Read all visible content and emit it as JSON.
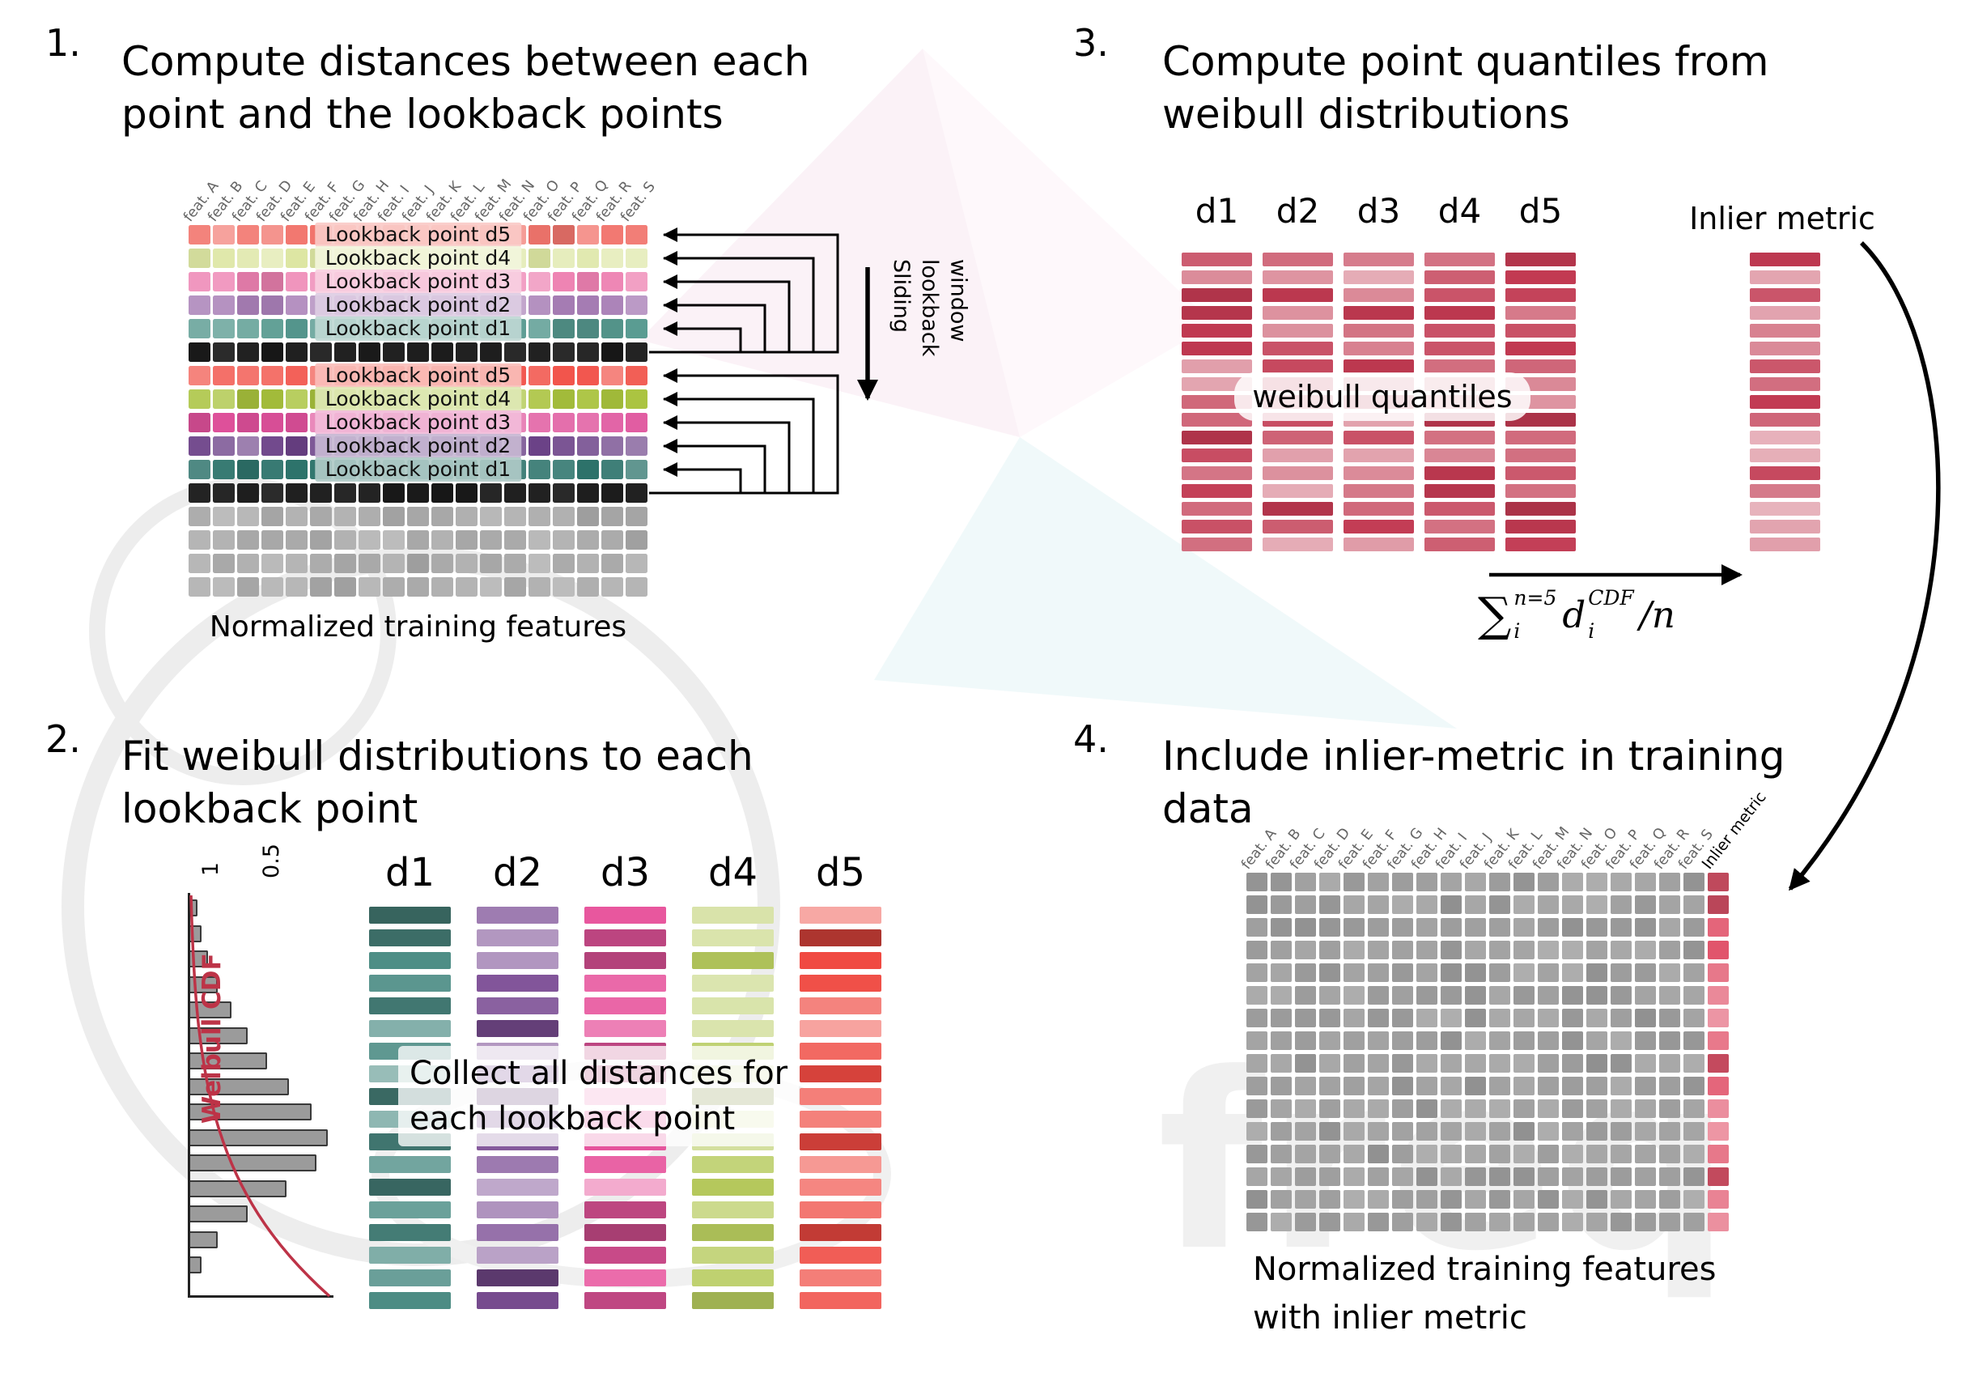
{
  "watermark": {
    "text": "freq"
  },
  "panel1": {
    "number": "1.",
    "title": "Compute distances between each\npoint and the lookback points",
    "caption": "Normalized training features",
    "sliding_label": "Sliding\nlookback\nwindow",
    "features": [
      "feat. A",
      "feat. B",
      "feat. C",
      "feat. D",
      "feat. E",
      "feat. F",
      "feat. G",
      "feat. H",
      "feat. I",
      "feat. J",
      "feat. K",
      "feat. L",
      "feat. M",
      "feat. N",
      "feat. O",
      "feat. P",
      "feat. Q",
      "feat. R",
      "feat. S"
    ],
    "rows": [
      {
        "color": "#f2766e",
        "label": "Lookback point d5"
      },
      {
        "color": "#dde6a3",
        "label": "Lookback point d4"
      },
      {
        "color": "#ee82b2",
        "label": "Lookback point d3"
      },
      {
        "color": "#a87eb6",
        "label": "Lookback point d2"
      },
      {
        "color": "#579a90",
        "label": "Lookback point d1"
      },
      {
        "color": "#171717"
      },
      {
        "color": "#f2544b",
        "label": "Lookback point d5"
      },
      {
        "color": "#a9c33d",
        "label": "Lookback point d4"
      },
      {
        "color": "#df519b",
        "label": "Lookback point d3"
      },
      {
        "color": "#6d4389",
        "label": "Lookback point d2"
      },
      {
        "color": "#2e746c",
        "label": "Lookback point d1"
      },
      {
        "color": "#171717"
      },
      {
        "color": "#a8a8a8"
      },
      {
        "color": "#a8a8a8"
      },
      {
        "color": "#a8a8a8"
      },
      {
        "color": "#a8a8a8"
      }
    ]
  },
  "panel2": {
    "number": "2.",
    "title": "Fit weibull distributions to each\nlookback point",
    "cdf_label": "Weibull CDF",
    "ticks": [
      "1",
      "0.5"
    ],
    "overlay": "Collect all distances for\neach lookback point",
    "bars_per_column": 18,
    "columns": [
      {
        "label": "d1",
        "color": "#4e8e86"
      },
      {
        "label": "d2",
        "color": "#7d4f96"
      },
      {
        "label": "d3",
        "color": "#e8569e"
      },
      {
        "label": "d4",
        "color": "#b7cb5e"
      },
      {
        "label": "d5",
        "color": "#f04a42"
      }
    ],
    "hist": [
      0.05,
      0.08,
      0.13,
      0.2,
      0.3,
      0.42,
      0.56,
      0.72,
      0.88,
      1.0,
      0.92,
      0.7,
      0.42,
      0.2,
      0.08
    ]
  },
  "panel3": {
    "number": "3.",
    "title": "Compute point quantiles from\nweibull distributions",
    "overlay": "weibull quantiles",
    "inlier_label": "Inlier metric",
    "column_labels": [
      "d1",
      "d2",
      "d3",
      "d4",
      "d5"
    ],
    "bar_color": "#c23a52",
    "bars_per_column": 17,
    "formula": {
      "sum": "∑",
      "sum_sup": "n=5",
      "sum_sub": "i",
      "var": "d",
      "var_sup": "CDF",
      "var_sub": "i",
      "tail": "/n"
    }
  },
  "panel4": {
    "number": "4.",
    "title": "Include inlier-metric in training\ndata",
    "caption": "Normalized training features\nwith inlier metric",
    "headers": [
      "feat. A",
      "feat. B",
      "feat. C",
      "feat. D",
      "feat. E",
      "feat. F",
      "feat. G",
      "feat. H",
      "feat. I",
      "feat. J",
      "feat. K",
      "feat. L",
      "feat. M",
      "feat. N",
      "feat. O",
      "feat. P",
      "feat. Q",
      "feat. R",
      "feat. S",
      "Inlier metric"
    ],
    "rows": 16,
    "feature_color": "#9d9d9d",
    "inlier_color": "#e2566d"
  }
}
